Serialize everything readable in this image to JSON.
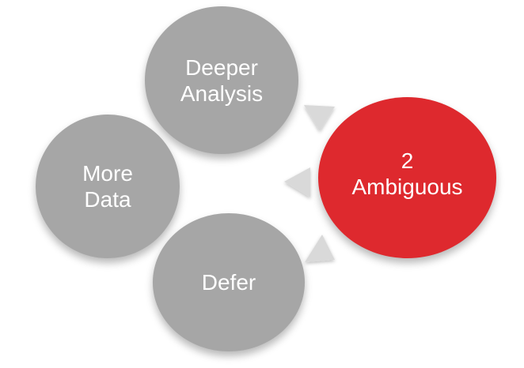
{
  "diagram": {
    "kind": "radial-smartart",
    "background": "#ffffff",
    "text_color": "#ffffff",
    "nodes": {
      "deeper_analysis": {
        "line1": "Deeper",
        "line2": "Analysis",
        "color": "#a6a6a6"
      },
      "more_data": {
        "line1": "More",
        "line2": "Data",
        "color": "#a6a6a6"
      },
      "defer": {
        "line1": "Defer",
        "color": "#a6a6a6"
      },
      "ambiguous": {
        "line1": "2",
        "line2": "Ambiguous",
        "color": "#de292e"
      }
    },
    "arrows": {
      "color": "#d9d9d9",
      "directions": [
        "down",
        "left",
        "up"
      ]
    }
  }
}
